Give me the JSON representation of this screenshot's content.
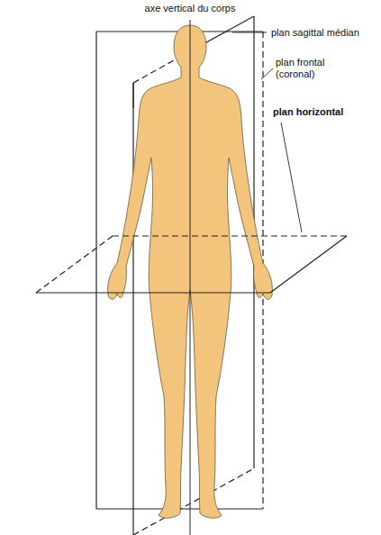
{
  "diagram": {
    "labels": [
      "axe vertical du corps",
      "plan sagittal médian",
      "plan frontal (coronal)",
      "plan horizontal"
    ]
  }
}
